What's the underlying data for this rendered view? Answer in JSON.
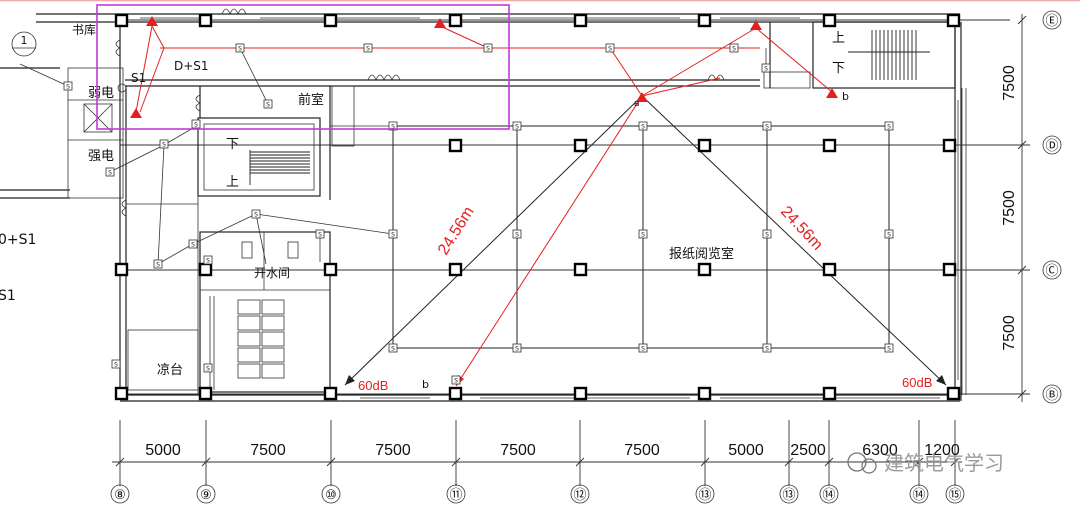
{
  "rooms": {
    "library": "书库",
    "weak_current": "弱电",
    "strong_current": "强电",
    "anteroom": "前室",
    "reading_room": "报纸阅览室",
    "water_room": "开水间",
    "balcony": "凉台"
  },
  "stairs": {
    "up": "上",
    "down": "下"
  },
  "labels": {
    "s1_label": "S1",
    "d_s1_label": "D+S1",
    "left_partial_1": "0+S1",
    "left_partial_2": "S1",
    "marker_a": "a",
    "marker_b": "b",
    "marker_b2": "b",
    "ref_mark": "1",
    "device_symbol": "S"
  },
  "measurements": {
    "diag_red": "24.56m",
    "diag_black": "24.56m",
    "db_left": "60dB",
    "db_right": "60dB"
  },
  "axes": {
    "vertical": [
      "⑧",
      "⑨",
      "⑩",
      "⑪",
      "⑫",
      "⑬",
      "⑬",
      "⑭",
      "⑭",
      "⑮"
    ],
    "horizontal": [
      "Ⓔ",
      "Ⓓ",
      "Ⓒ",
      "Ⓑ"
    ]
  },
  "dimensions": {
    "bottom": [
      "5000",
      "7500",
      "7500",
      "7500",
      "7500",
      "5000",
      "2500",
      "6300",
      "1200"
    ],
    "right": [
      "7500",
      "7500",
      "7500"
    ]
  },
  "watermark": {
    "text": "建筑电气学习"
  },
  "colors": {
    "wire": "#e41f1f",
    "highlight": "#c03bd8",
    "line": "#222222"
  }
}
